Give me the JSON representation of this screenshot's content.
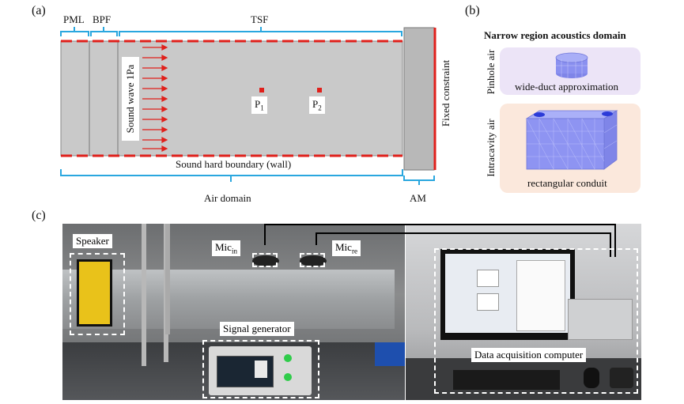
{
  "panel_a": {
    "letter": "(a)",
    "labels": {
      "pml": "PML",
      "bpf": "BPF",
      "tsf": "TSF",
      "sound_wave": "Sound wave 1Pa",
      "p1": "P",
      "p1_sub": "1",
      "p2": "P",
      "p2_sub": "2",
      "hard_boundary": "Sound hard boundary (wall)",
      "air_domain": "Air domain",
      "am": "AM",
      "fixed_constraint": "Fixed constraint"
    },
    "colors": {
      "domain_fill": "#c9c9c9",
      "boundary": "#e0201b",
      "bracket": "#2aa7df"
    }
  },
  "panel_b": {
    "letter": "(b)",
    "title": "Narrow region acoustics domain",
    "pinhole_side_label": "Pinhole air",
    "pinhole_caption": "wide-duct approximation",
    "intracavity_side_label": "Intracavity air",
    "intracavity_caption": "rectangular conduit",
    "colors": {
      "pinhole_bg": "#ece4f7",
      "intracavity_bg": "#fbe8dc",
      "mesh": "#8a90f0"
    }
  },
  "panel_c": {
    "letter": "(c)",
    "speaker": "Speaker",
    "mic_in": "Mic",
    "mic_in_sub": "in",
    "mic_re": "Mic",
    "mic_re_sub": "re",
    "signal_generator": "Signal generator",
    "daq_computer": "Data acquisition computer"
  }
}
